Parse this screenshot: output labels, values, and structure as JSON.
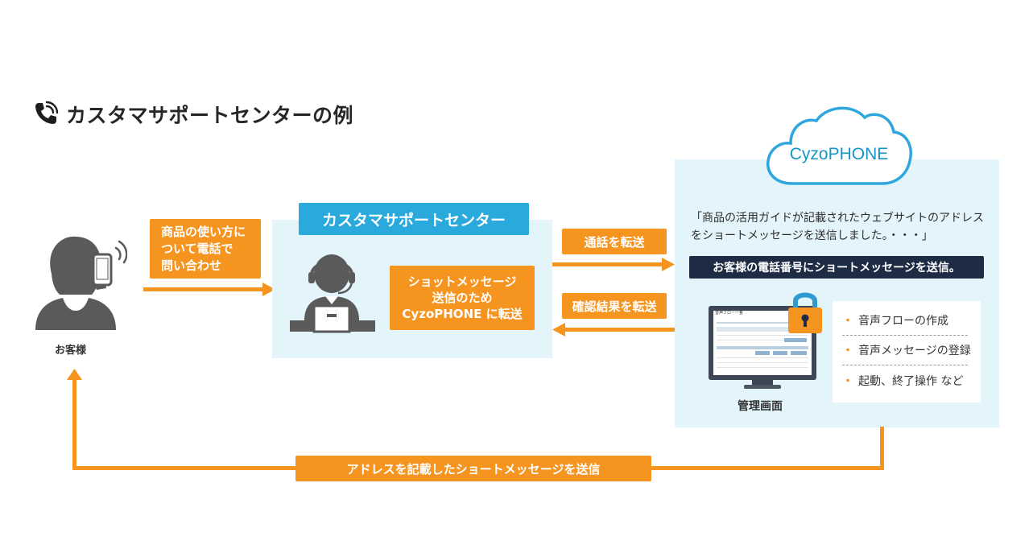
{
  "title": "カスタマサポートセンターの例",
  "customer": {
    "label": "お客様"
  },
  "inquiry": {
    "line1": "商品の使い方に",
    "line2": "ついて電話で",
    "line3": "問い合わせ"
  },
  "center": {
    "header": "カスタマサポートセンター",
    "box_line1": "ショットメッセージ",
    "box_line2": "送信のため",
    "box_line3": "CyzoPHONE に転送"
  },
  "arrows": {
    "forward": "通話を転送",
    "confirm": "確認結果を転送",
    "bottom": "アドレスを記載したショートメッセージを送信"
  },
  "cyzo": {
    "cloud_label": "CyzoPHONE",
    "quote_line1": "「商品の活用ガイドが記載されたウェブサイトのアドレス",
    "quote_line2": "をショートメッセージを送信しました。・・・」",
    "banner": "お客様の電話番号にショートメッセージを送信。",
    "admin_label": "管理画面",
    "screen_title": "音声フロー一覧",
    "features": [
      "音声フローの作成",
      "音声メッセージの登録",
      "起動、終了操作 など"
    ]
  },
  "colors": {
    "orange": "#f5941f",
    "panel": "#e3f4fb",
    "header_blue": "#29a9dc",
    "navy": "#1d2b44",
    "gray_icon": "#5a5a5a",
    "cloud_stroke": "#2fa7dc"
  }
}
